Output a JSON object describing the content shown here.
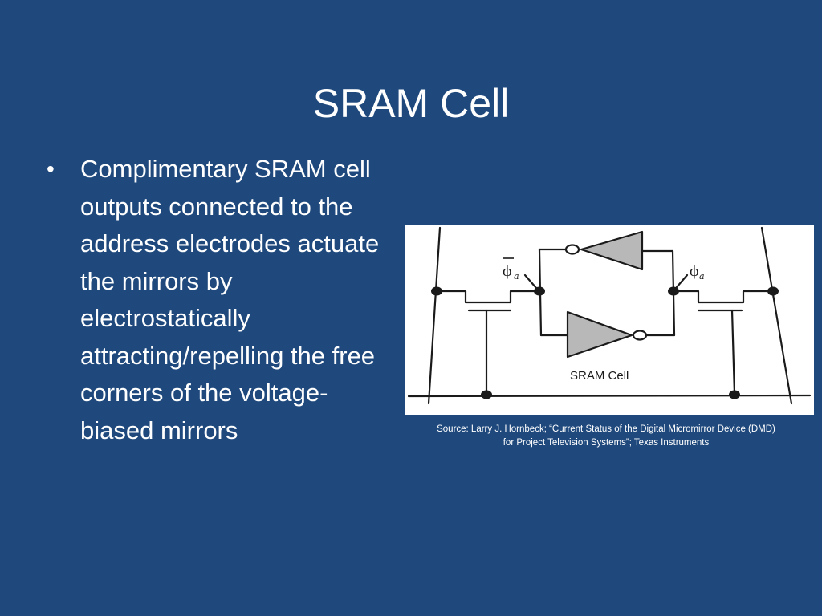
{
  "slide": {
    "title": "SRAM Cell",
    "bullet_symbol": "•",
    "bullets": [
      "Complimentary SRAM cell outputs connected to the address electrodes actuate the mirrors by electrostatically attracting/repelling the free corners of the voltage-biased mirrors"
    ]
  },
  "figure": {
    "label": "SRAM Cell",
    "phi_symbol": "ϕ",
    "phi_subscript": "a",
    "caption_line1": "Source: Larry J. Hornbeck; “Current Status of the Digital Micromirror Device (DMD)",
    "caption_line2": "for Project Television Systems”; Texas Instruments"
  },
  "colors": {
    "background": "#1f497d",
    "text": "#ffffff",
    "inverter_fill": "#b8b8b8",
    "ink": "#1a1a1a"
  }
}
